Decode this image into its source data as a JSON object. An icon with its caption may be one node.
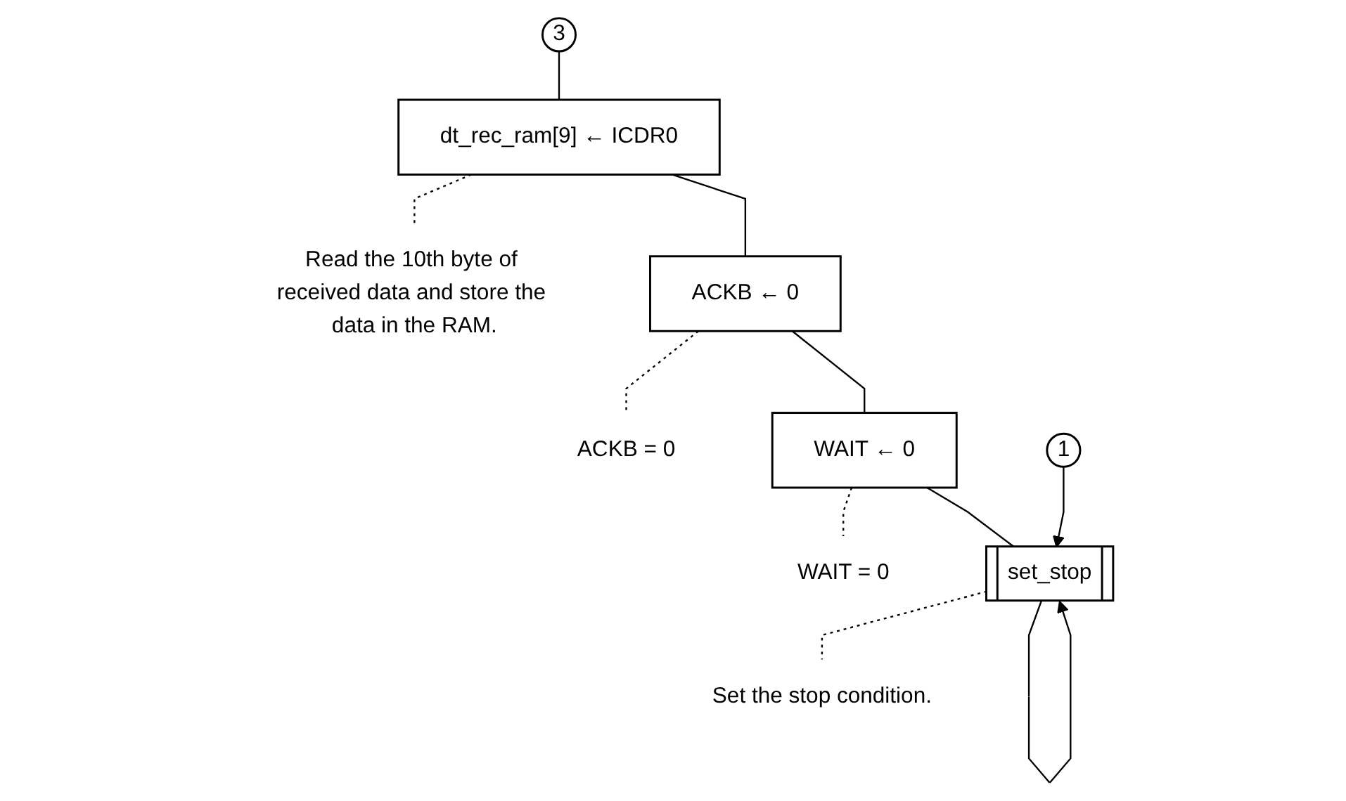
{
  "diagram": {
    "nodes": [
      {
        "text": [
          "3"
        ]
      },
      {
        "text": [
          "dt_rec_ram[9] ← ICDR0"
        ]
      },
      {
        "text": [
          "Read the 10th byte of received data and store the data in the RAM."
        ]
      },
      {
        "text": [
          "ACKB ← 0"
        ]
      },
      {
        "text": [
          "ACKB = 0"
        ]
      },
      {
        "text": [
          "WAIT ← 0"
        ]
      },
      {
        "text": [
          "WAIT = 0"
        ]
      },
      {
        "text": [
          "1"
        ]
      },
      {
        "text": [
          "set_stop"
        ]
      },
      {
        "text": [
          "Set the stop condition."
        ]
      }
    ],
    "edges": [
      {
        "from": 0,
        "to": 1,
        "arrow": "none"
      },
      {
        "from": 1,
        "to": 3,
        "arrow": "none"
      },
      {
        "from": 3,
        "to": 5,
        "arrow": "none"
      },
      {
        "from": 5,
        "to": 8,
        "arrow": "none"
      },
      {
        "from": 7,
        "to": 8,
        "arrow": "to"
      },
      {
        "from": 8,
        "to": 8,
        "arrow": "to"
      },
      {
        "from": 1,
        "to": 2,
        "arrow": "none",
        "style": "dashed"
      },
      {
        "from": 3,
        "to": 4,
        "arrow": "none",
        "style": "dashed"
      },
      {
        "from": 5,
        "to": 6,
        "arrow": "none",
        "style": "dashed"
      },
      {
        "from": 8,
        "to": 9,
        "arrow": "none",
        "style": "dashed"
      }
    ]
  }
}
